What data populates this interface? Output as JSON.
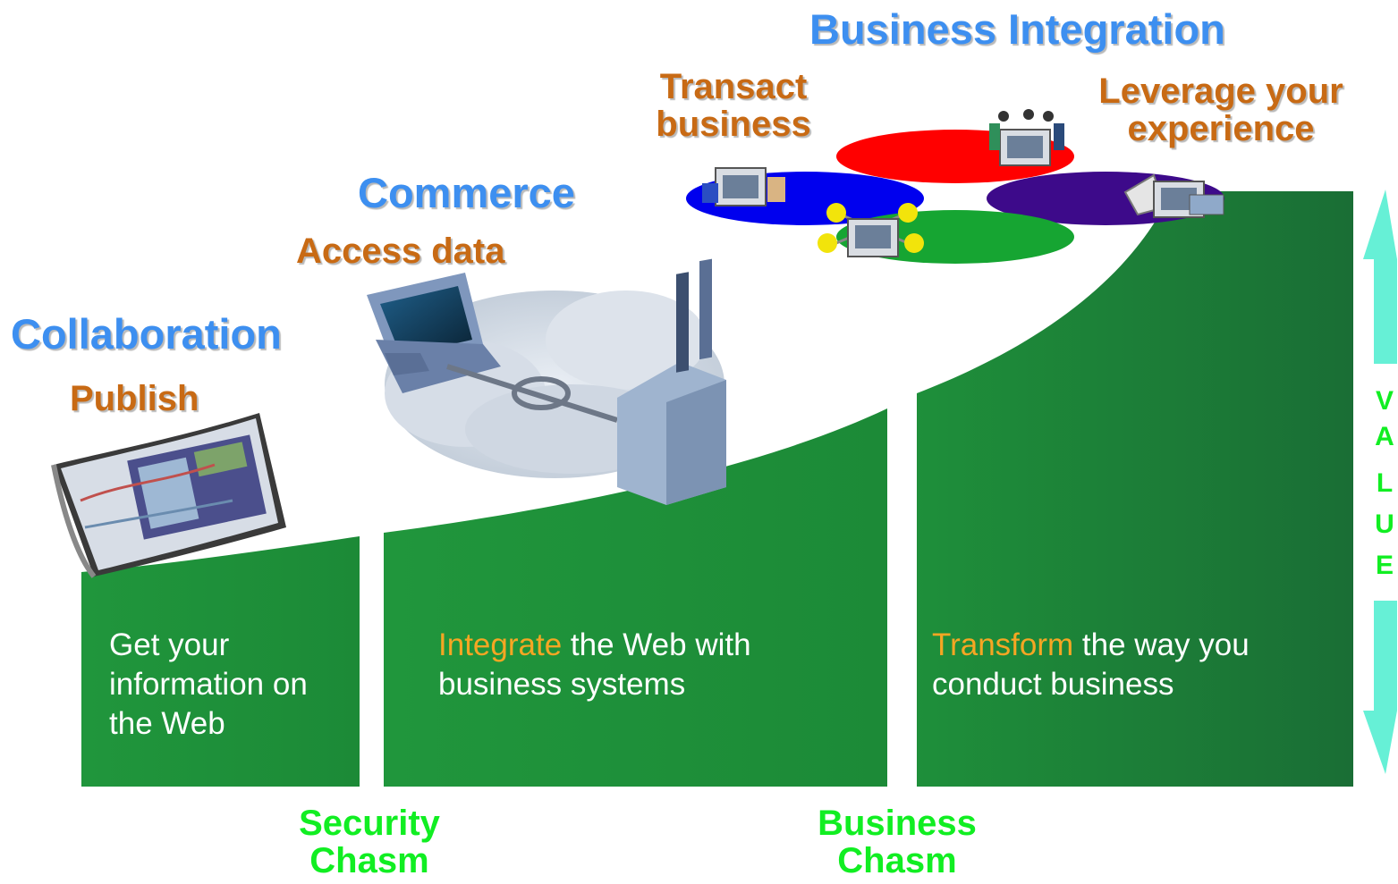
{
  "stages": {
    "collaboration": {
      "title": "Collaboration",
      "action": "Publish"
    },
    "commerce": {
      "title": "Commerce",
      "action": "Access data"
    },
    "business_integration": {
      "title": "Business Integration",
      "action_left": [
        "Transact",
        "business"
      ],
      "action_right": [
        "Leverage your",
        "experience"
      ]
    }
  },
  "descriptions": {
    "col1": {
      "lines": [
        "Get your",
        "information on",
        "the Web"
      ]
    },
    "col2": {
      "verb": "Integrate",
      "rest1": " the Web with",
      "line2": "business systems"
    },
    "col3": {
      "verb": "Transform",
      "rest1": " the way you",
      "line2": "conduct business"
    }
  },
  "chasms": {
    "security": [
      "Security",
      "Chasm"
    ],
    "business": [
      "Business",
      "Chasm"
    ]
  },
  "value_axis": [
    "V",
    "A",
    "L",
    "U",
    "E"
  ],
  "colors": {
    "stage_title": "#3d8ff0",
    "action": "#c86a14",
    "verb_highlight": "#f5a623",
    "chasm_text": "#11ee22",
    "green_area": "#1f8f3a",
    "value_arrow": "#66f0d6"
  }
}
